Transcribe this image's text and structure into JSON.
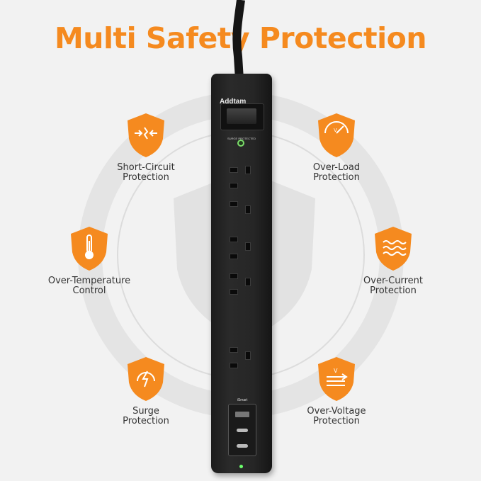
{
  "title": "Multi Safety Protection",
  "product": {
    "brand": "Addtam",
    "switch_label": "SURGE PROTECTED",
    "usb_label": "iSmart",
    "colors": {
      "strip": "#222222",
      "led": "#7bdc6a"
    }
  },
  "features": [
    {
      "label": "Short-Circuit\nProtection",
      "icon": "short-circuit-icon"
    },
    {
      "label": "Over-Load\nProtection",
      "icon": "gauge-icon"
    },
    {
      "label": "Over-Temperature\nControl",
      "icon": "thermometer-icon"
    },
    {
      "label": "Over-Current\nProtection",
      "icon": "waves-icon"
    },
    {
      "label": "Surge\nProtection",
      "icon": "lightning-icon"
    },
    {
      "label": "Over-Voltage\nProtection",
      "icon": "voltage-arrows-icon"
    }
  ],
  "colors": {
    "accent": "#f58a1f",
    "background": "#f2f2f2",
    "text": "#333333"
  }
}
